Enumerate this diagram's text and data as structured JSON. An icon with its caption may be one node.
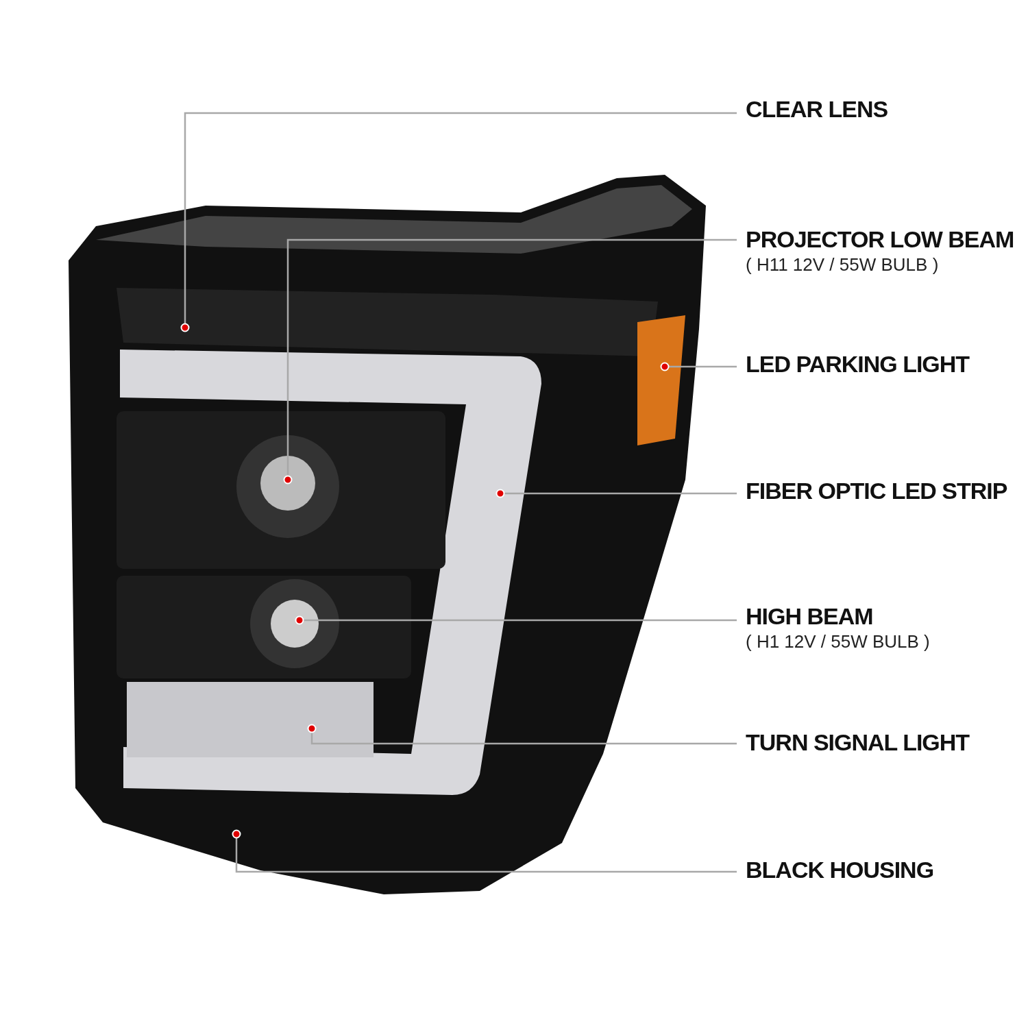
{
  "diagram": {
    "nodes": [
      {
        "text": [
          "CLEAR LENS"
        ]
      },
      {
        "text": [
          "PROJECTOR LOW BEAM",
          "( H11  12V / 55W BULB )"
        ]
      },
      {
        "text": [
          "LED PARKING LIGHT"
        ]
      },
      {
        "text": [
          "FIBER OPTIC LED STRIP"
        ]
      },
      {
        "text": [
          "HIGH BEAM",
          "( H1  12V / 55W BULB )"
        ]
      },
      {
        "text": [
          "TURN SIGNAL LIGHT"
        ]
      },
      {
        "text": [
          "BLACK HOUSING"
        ]
      }
    ],
    "edges": [
      {
        "from": 0,
        "to": null,
        "arrow": "other"
      },
      {
        "from": 1,
        "to": null,
        "arrow": "other"
      },
      {
        "from": 2,
        "to": null,
        "arrow": "other"
      },
      {
        "from": 3,
        "to": null,
        "arrow": "other"
      },
      {
        "from": 4,
        "to": null,
        "arrow": "other"
      },
      {
        "from": 5,
        "to": null,
        "arrow": "other"
      },
      {
        "from": 6,
        "to": null,
        "arrow": "other"
      }
    ]
  }
}
